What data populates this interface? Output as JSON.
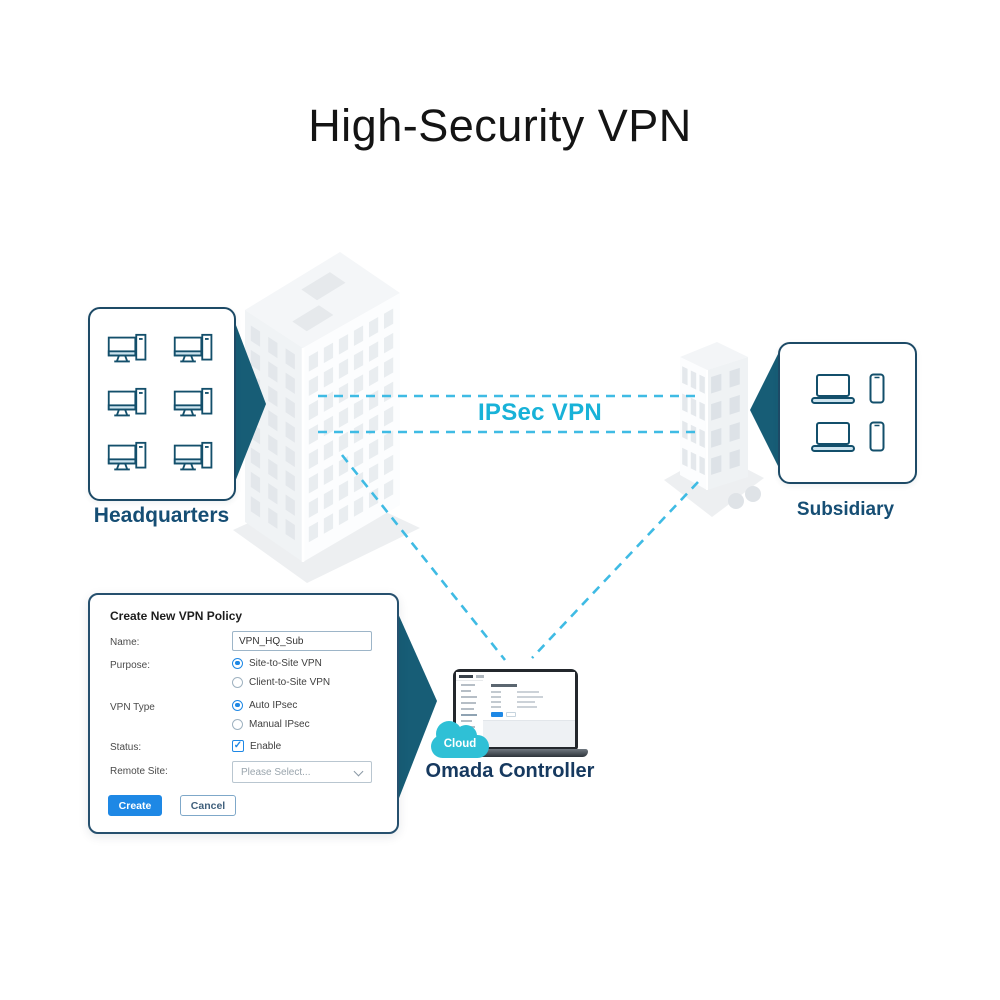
{
  "title": "High-Security VPN",
  "link": {
    "label": "IPSec VPN"
  },
  "hq_panel": {
    "label": "Headquarters",
    "device_icon": "desktop-pc",
    "device_count": 6
  },
  "sub_panel": {
    "label": "Subsidiary",
    "rows": [
      [
        "laptop",
        "smartphone"
      ],
      [
        "laptop",
        "smartphone"
      ]
    ]
  },
  "controller": {
    "badge_label": "Cloud",
    "label": "Omada Controller"
  },
  "dialog": {
    "title": "Create New VPN Policy",
    "name_label": "Name:",
    "name_value": "VPN_HQ_Sub",
    "purpose_label": "Purpose:",
    "purpose_options": [
      {
        "label": "Site-to-Site VPN",
        "selected": true
      },
      {
        "label": "Client-to-Site VPN",
        "selected": false
      }
    ],
    "vpn_type_label": "VPN Type",
    "vpn_type_options": [
      {
        "label": "Auto IPsec",
        "selected": true
      },
      {
        "label": "Manual IPsec",
        "selected": false
      }
    ],
    "status_label": "Status:",
    "status_checkbox_label": "Enable",
    "status_checked": true,
    "remote_site_label": "Remote Site:",
    "remote_site_placeholder": "Please Select...",
    "create_button": "Create",
    "cancel_button": "Cancel"
  },
  "icons": {
    "check": "✓"
  },
  "colors": {
    "accent_cyan": "#18b2d8",
    "dash_cyan": "#3fbbe4",
    "teal_arrow": "#175d76",
    "navy_label": "#164e74",
    "button_blue": "#1e88e5",
    "cloud_cyan": "#2fc0d6"
  }
}
